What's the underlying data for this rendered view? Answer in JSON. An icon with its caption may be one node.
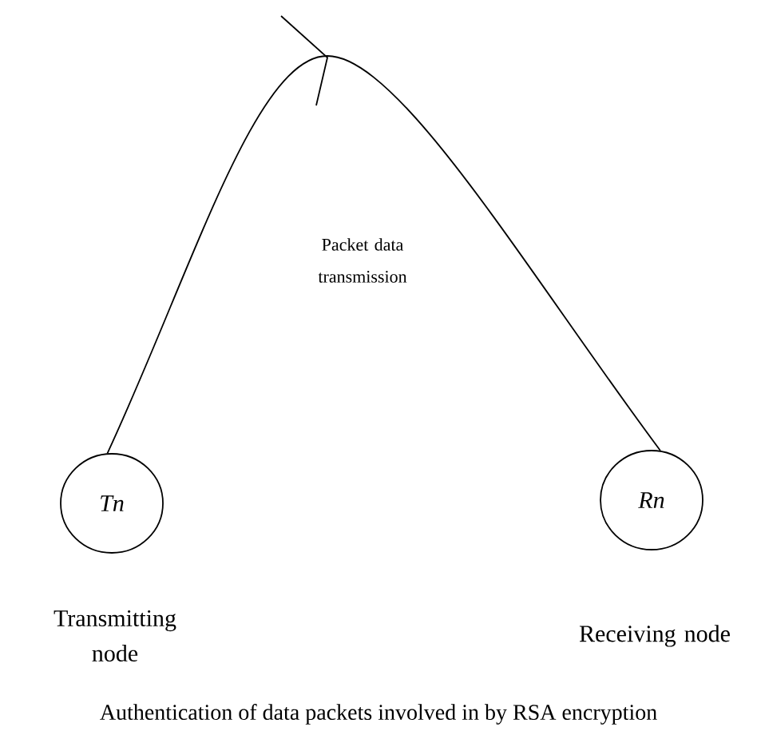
{
  "diagram": {
    "caption": "Authentication of data packets involved in by RSA encryption",
    "nodes": [
      {
        "text": [
          "Tn"
        ],
        "beside": [
          "Transmitting node"
        ]
      },
      {
        "text": [
          "Rn"
        ],
        "beside": [
          "Receiving node"
        ]
      }
    ],
    "edges": [
      {
        "from": 0,
        "to": 1,
        "arrow": "none",
        "label": "Packet data transmission"
      }
    ]
  }
}
